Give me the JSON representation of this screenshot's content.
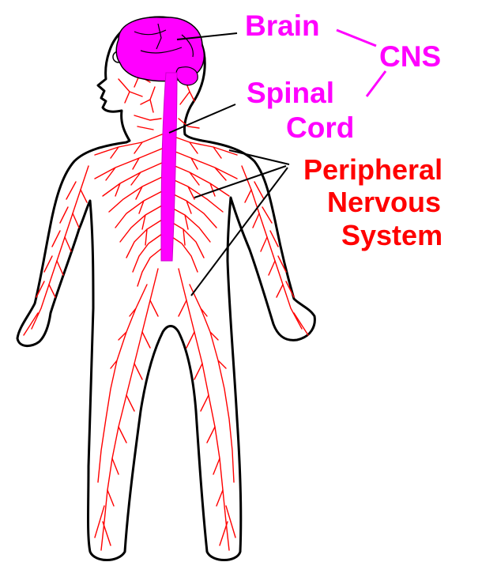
{
  "labels": {
    "brain": "Brain",
    "cns": "CNS",
    "spinal": "Spinal",
    "cord": "Cord",
    "pns_line1": "Peripheral",
    "pns_line2": "Nervous",
    "pns_line3": "System"
  },
  "colors": {
    "cns": "#ff00ff",
    "pns": "#ff0000",
    "outline": "#000000",
    "background": "#ffffff"
  }
}
